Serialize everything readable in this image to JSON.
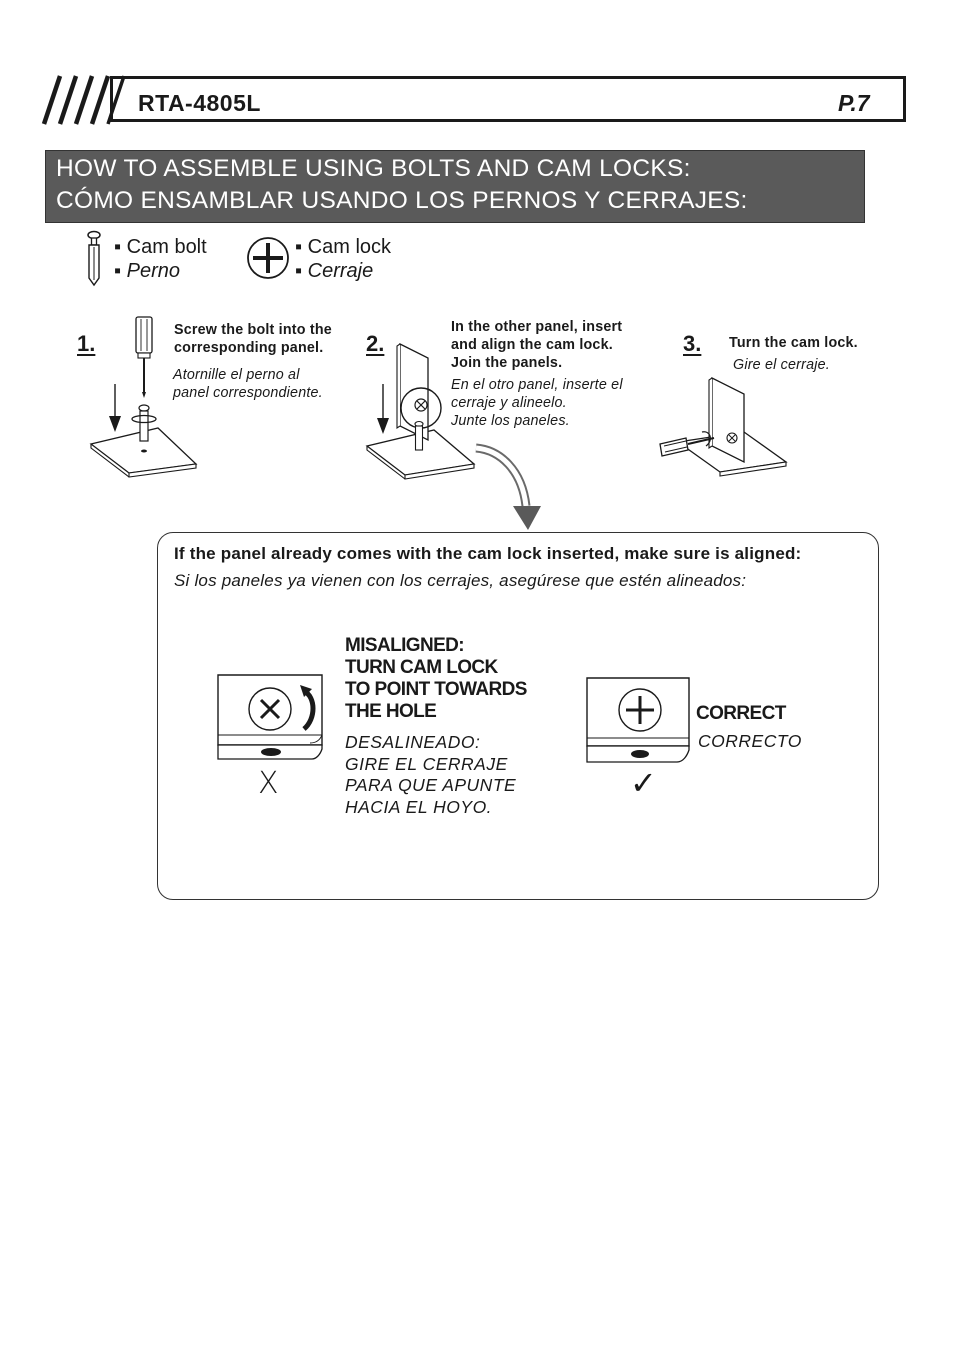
{
  "header": {
    "model": "RTA-4805L",
    "page": "P.7"
  },
  "title": {
    "line_en": "HOW TO ASSEMBLE USING BOLTS AND CAM LOCKS:",
    "line_es": "CÓMO ENSAMBLAR USANDO LOS PERNOS Y CERRAJES:"
  },
  "legend": {
    "cam_bolt_en": "Cam bolt",
    "cam_bolt_es": "Perno",
    "cam_lock_en": "Cam lock",
    "cam_lock_es": "Cerraje",
    "icons": [
      "cam-bolt-icon",
      "cam-lock-icon"
    ]
  },
  "steps": [
    {
      "number": "1.",
      "en": [
        "Screw the bolt into the",
        "corresponding panel."
      ],
      "es": [
        "Atornille el perno al",
        "panel correspondiente."
      ]
    },
    {
      "number": "2.",
      "en": [
        "In the other panel, insert",
        "and align the cam lock.",
        "Join the panels."
      ],
      "es": [
        "En el otro panel, inserte el",
        "cerraje y alineelo.",
        "Junte los paneles."
      ]
    },
    {
      "number": "3.",
      "en": [
        "Turn the cam lock."
      ],
      "es": [
        "Gire el cerraje."
      ]
    }
  ],
  "info": {
    "en": "If the panel already comes with the cam lock inserted, make sure is aligned:",
    "es": "Si los paneles ya vienen con los cerrajes, asegúrese que estén alineados:",
    "misaligned": {
      "title": [
        "MISALIGNED:",
        "TURN CAM LOCK",
        "TO POINT TOWARDS",
        "THE HOLE"
      ],
      "es": [
        "DESALINEADO:",
        "GIRE EL CERRAJE",
        "PARA QUE APUNTE",
        "HACIA EL HOYO."
      ],
      "mark": "X"
    },
    "correct": {
      "title": "CORRECT",
      "es": "CORRECTO",
      "mark": "✓"
    }
  },
  "colors": {
    "banner_bg": "#5a5a5a",
    "banner_text": "#ffffff",
    "ink": "#1a1a1a"
  }
}
